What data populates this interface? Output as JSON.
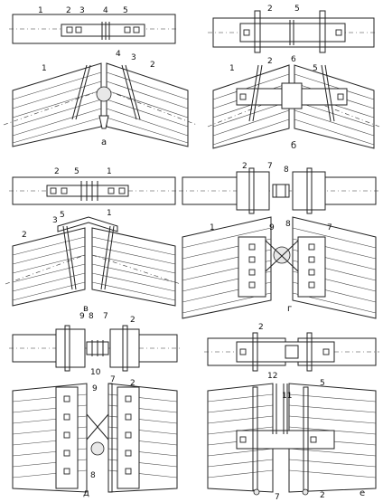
{
  "panels": [
    {
      "id": "a",
      "caption": "а",
      "labels": [
        "1",
        "2",
        "3",
        "4",
        "5",
        "1",
        "4",
        "3",
        "2"
      ]
    },
    {
      "id": "b",
      "caption": "б",
      "labels": [
        "2",
        "5",
        "1",
        "2",
        "6",
        "5"
      ]
    },
    {
      "id": "v",
      "caption": "в",
      "labels": [
        "2",
        "5",
        "1",
        "2",
        "3",
        "5",
        "1"
      ]
    },
    {
      "id": "g",
      "caption": "г",
      "labels": [
        "2",
        "7",
        "8",
        "1",
        "9",
        "8",
        "7"
      ]
    },
    {
      "id": "d",
      "caption": "д",
      "labels": [
        "9",
        "8",
        "7",
        "2",
        "10",
        "9",
        "7",
        "2",
        "8"
      ]
    },
    {
      "id": "e",
      "caption": "е",
      "labels": [
        "2",
        "12",
        "11",
        "5",
        "7",
        "2"
      ]
    }
  ]
}
